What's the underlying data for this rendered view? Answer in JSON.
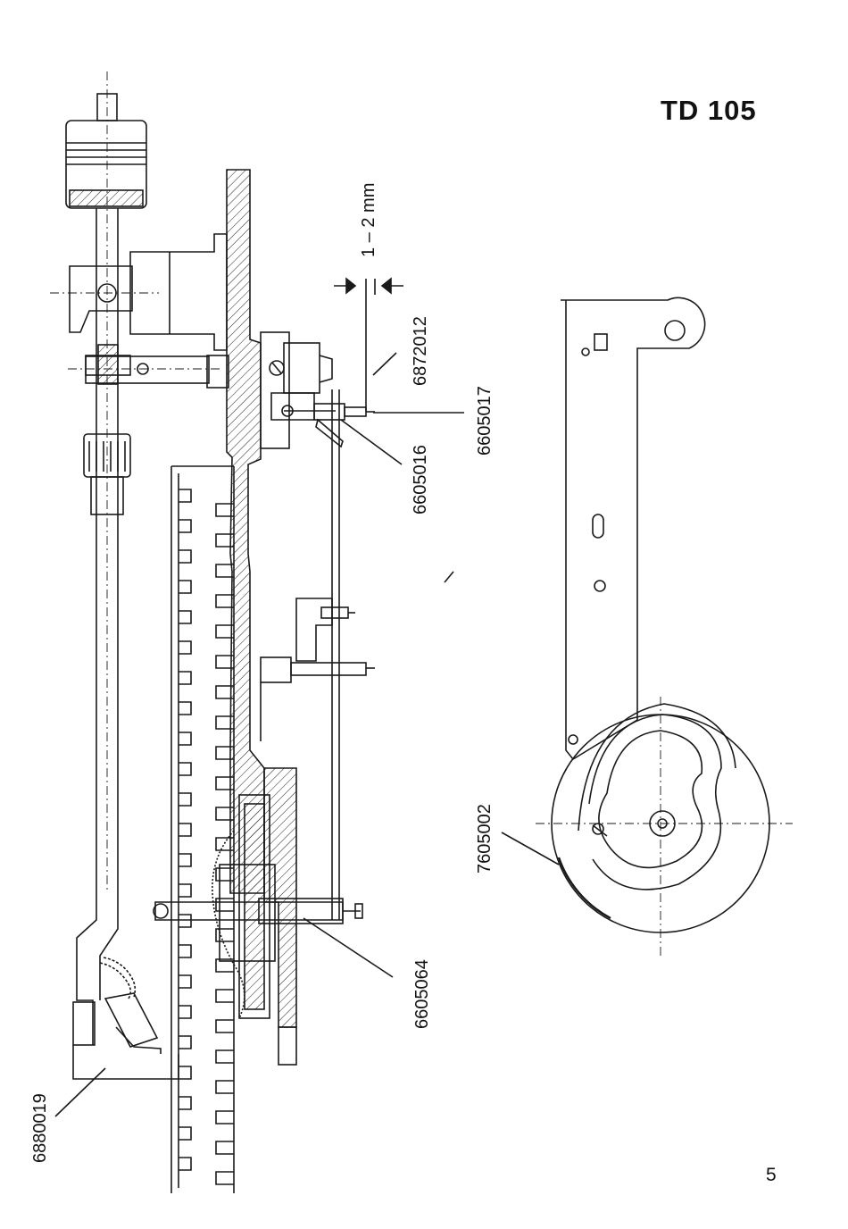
{
  "page": {
    "title": "TD 105",
    "page_number": "5"
  },
  "callouts": {
    "gap_spec": "1 – 2 mm",
    "part_6872012": "6872012",
    "part_6605017": "6605017",
    "part_6605016": "6605016",
    "part_6605064": "6605064",
    "part_6880019": "6880019",
    "part_7605002": "7605002"
  },
  "colors": {
    "line": "#1a1a1a",
    "paper": "#ffffff"
  }
}
